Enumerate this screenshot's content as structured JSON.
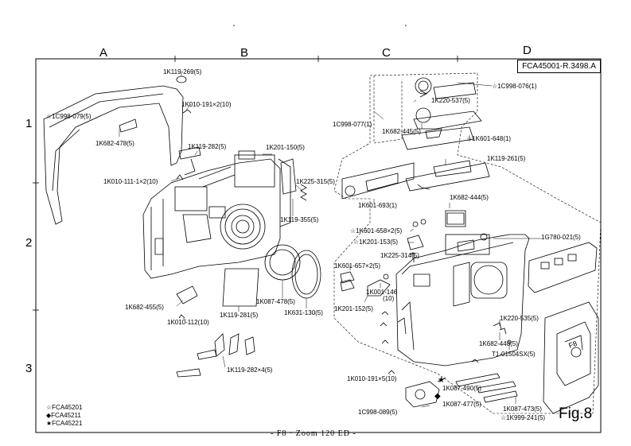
{
  "page_ticks": [
    "'",
    "'"
  ],
  "columns": [
    "A",
    "B",
    "C",
    "D"
  ],
  "rows": [
    "1",
    "2",
    "3"
  ],
  "reference": "FCA45001-R.3498.A",
  "figure_label": "Fig.8",
  "footer": "- F8 · Zoom 120 ED -",
  "legend": [
    {
      "symbol": "☆",
      "code": "FCA45201"
    },
    {
      "symbol": "◆",
      "code": "FCA45211"
    },
    {
      "symbol": "★",
      "code": "FCA45221"
    }
  ],
  "parts": {
    "p_1K119_269": "1K119-269(5)",
    "p_1C998_079": "☆1C998-079(5)",
    "p_1K010_191x2": "1K010-191×2(10)",
    "p_1K682_478": "1K682-478(5)",
    "p_1K119_282": "1K119-282(5)",
    "p_1K201_150": "1K201-150(5)",
    "p_1K010_111": "1K010-111-1×2(10)",
    "p_1K225_315": "1K225-315(5)",
    "p_1K119_355": "1K119-355(5)",
    "p_1K682_455": "1K682-455(5)",
    "p_1K010_112": "1K010-112(10)",
    "p_1K119_281": "1K119-281(5)",
    "p_1K087_478": "1K087-478(5)",
    "p_1K631_130": "1K631-130(5)",
    "p_1K119_282x4": "1K119-282×4(5)",
    "p_1C998_076": "☆1C998-076(1)",
    "p_1K220_537": "1K220-537(5)",
    "p_1C998_077": "1C998-077(1)",
    "p_1K682_445": "1K682-445(5)",
    "p_1K601_648": "☆1K601-648(1)",
    "p_1K119_261": "1K119-261(5)",
    "p_1K682_444": "1K682-444(5)",
    "p_1K601_693": "1K601-693(1)",
    "p_1K601_658": "☆1K601-658×2(5)",
    "p_1K201_153": "☆1K201-153(5)",
    "p_1G780_021": "1G780-021(5)",
    "p_1K225_314": "1K225-314(5)",
    "p_1K601_657": "1K601-657×2(5)",
    "p_1K001_146": "1K001-146",
    "p_1K001_146b": "(10)",
    "p_1K201_152": "1K201-152(5)",
    "p_1K220_535": "1K220-535(5)",
    "p_1K682_448": "1K682-448(5)",
    "p_T1_01504SX": "T1-01504SX(5)",
    "p_1K010_191x5": "1K010-191×5(10)",
    "p_1K087_490": "1K087-490(5)",
    "p_1K087_477": "1K087-477(5)",
    "p_1C998_089": "1C998-089(5)",
    "p_1K087_473": "1K087-473(5)",
    "p_1K999_241": "☆1K999-241(5)"
  },
  "brand_mark": "F8"
}
